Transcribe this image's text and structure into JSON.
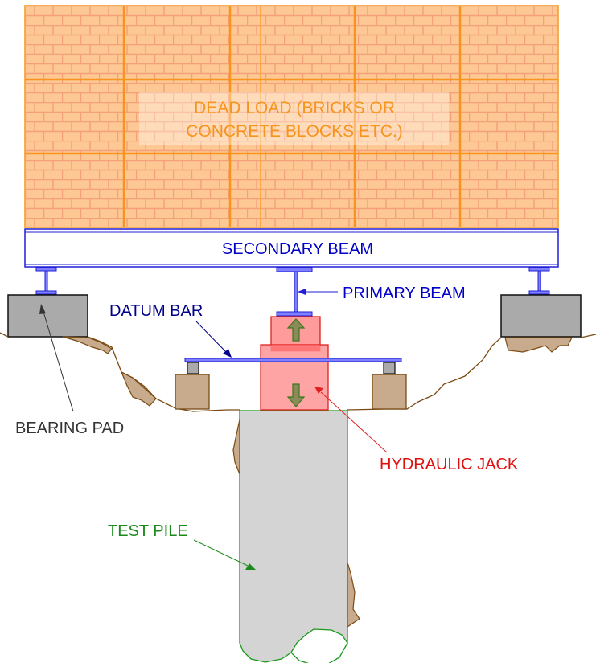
{
  "labels": {
    "dead_load_line1": "DEAD LOAD (BRICKS OR",
    "dead_load_line2": "CONCRETE BLOCKS ETC.)",
    "secondary_beam": "SECONDARY BEAM",
    "primary_beam": "PRIMARY BEAM",
    "datum_bar": "DATUM BAR",
    "bearing_pad": "BEARING PAD",
    "hydraulic_jack": "HYDRAULIC JACK",
    "test_pile": "TEST PILE"
  },
  "colors": {
    "brick_fill": "#fdc894",
    "brick_mortar": "#f4a07a",
    "block_grid": "#f7941d",
    "dead_load_text": "#f7941d",
    "beam_stroke": "#1f1fd6",
    "beam_fill": "#7f7fff",
    "label_blue": "#0000c8",
    "datum_label": "#00008b",
    "jack_fill": "#ff9a9a",
    "jack_stroke": "#e02020",
    "jack_label": "#e01010",
    "arrow_fill": "#8a8a5a",
    "arrow_stroke": "#3a7a1a",
    "pile_fill": "#d4d4d4",
    "pile_stroke": "#1a9a1a",
    "pile_label": "#1a8a1a",
    "soil_fill": "#c8aa8c",
    "soil_stroke": "#7a4a14",
    "pad_fill": "#aaaaaa",
    "pad_label": "#333333"
  }
}
